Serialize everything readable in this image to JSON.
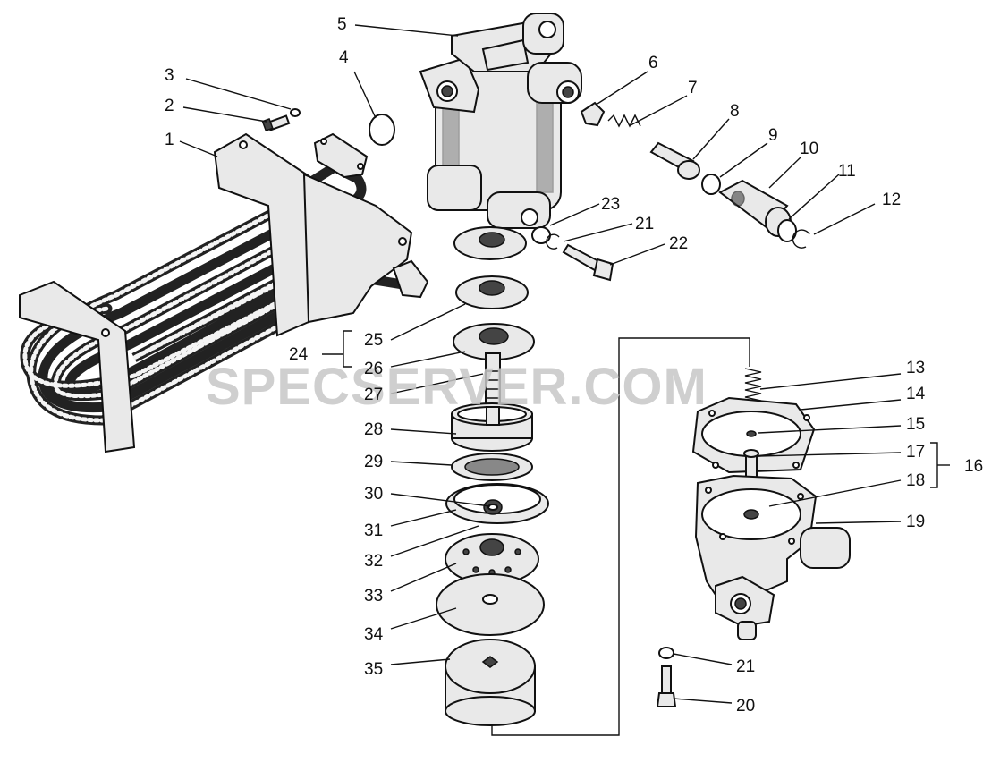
{
  "watermark": "SPECSERVER.COM",
  "callouts": {
    "c1": "1",
    "c2": "2",
    "c3": "3",
    "c4": "4",
    "c5": "5",
    "c6": "6",
    "c7": "7",
    "c8": "8",
    "c9": "9",
    "c10": "10",
    "c11": "11",
    "c12": "12",
    "c13": "13",
    "c14": "14",
    "c15": "15",
    "c16": "16",
    "c17": "17",
    "c18": "18",
    "c19": "19",
    "c20": "20",
    "c21a": "21",
    "c21b": "21",
    "c22": "22",
    "c23": "23",
    "c24": "24",
    "c25": "25",
    "c26": "26",
    "c27": "27",
    "c28": "28",
    "c29": "29",
    "c30": "30",
    "c31": "31",
    "c32": "32",
    "c33": "33",
    "c34": "34",
    "c35": "35"
  },
  "colors": {
    "ink": "#111111",
    "metal": "#e9e9e9",
    "shadow": "#444444",
    "watermark": "#c7c7c7"
  }
}
